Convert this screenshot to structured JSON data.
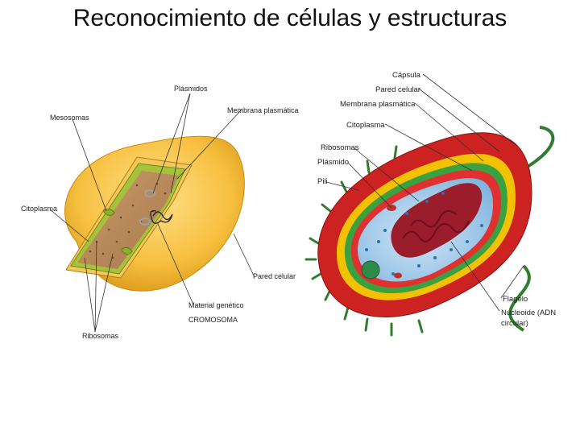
{
  "slide": {
    "title": "Reconocimiento de células y estructuras"
  },
  "diagram_left": {
    "labels": {
      "plasmidos": "Plásmidos",
      "mesosomas": "Mesosomas",
      "membrana": "Membrana plasmática",
      "citoplasma": "Citoplasma",
      "pared": "Pared celular",
      "material": "Material genético",
      "ribosomas": "Ribosomas",
      "credit": "CROMOSOMA"
    }
  },
  "diagram_right": {
    "labels": {
      "capsula": "Cápsula",
      "pared": "Pared celular",
      "membrana": "Membrana plasmática",
      "citoplasma": "Citoplasma",
      "ribosomas": "Ribosomas",
      "plasmido": "Plásmido",
      "pili": "Pili",
      "flagelo": "Flagelo",
      "nucleoide_1": "Nucleoide (ADN",
      "nucleoide_2": "circular)"
    }
  }
}
